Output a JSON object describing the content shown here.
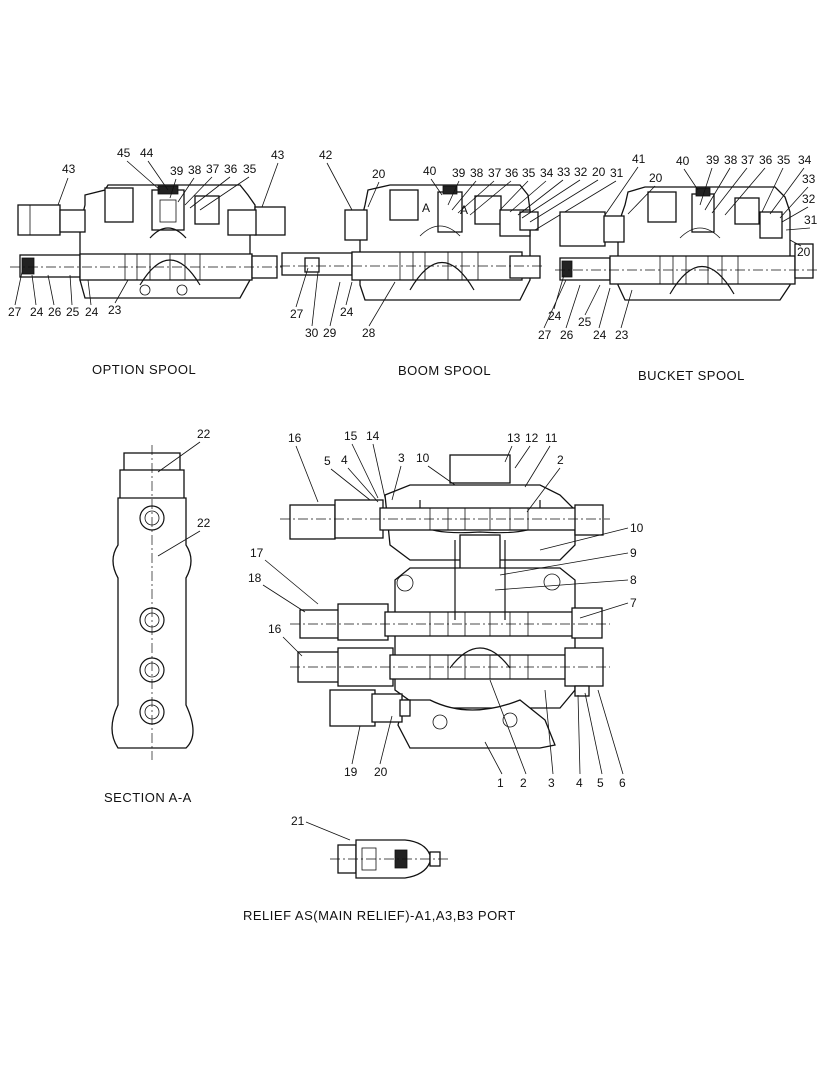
{
  "captions": {
    "option_spool": "OPTION SPOOL",
    "boom_spool": "BOOM SPOOL",
    "bucket_spool": "BUCKET SPOOL",
    "section_aa": "SECTION A-A",
    "relief": "RELIEF AS(MAIN RELIEF)-A1,A3,B3 PORT"
  },
  "section_marks": {
    "a1": "A",
    "a2": "A"
  },
  "callouts": {
    "option": {
      "top": [
        "45",
        "44",
        "39",
        "38",
        "37",
        "36",
        "35",
        "43",
        "43"
      ],
      "bottom": [
        "27",
        "24",
        "26",
        "25",
        "24",
        "23"
      ]
    },
    "boom": {
      "top": [
        "42",
        "20",
        "40",
        "39",
        "38",
        "37",
        "36",
        "35",
        "34",
        "33",
        "32",
        "20",
        "31"
      ],
      "bottom": [
        "27",
        "30",
        "29",
        "24",
        "28"
      ]
    },
    "bucket": {
      "top": [
        "41",
        "20",
        "40",
        "39",
        "38",
        "37",
        "36",
        "35",
        "34",
        "33",
        "32",
        "31",
        "20"
      ],
      "bottom": [
        "24",
        "27",
        "26",
        "25",
        "24",
        "23"
      ]
    },
    "section": [
      "22",
      "22"
    ],
    "main": {
      "top": [
        "16",
        "15",
        "14",
        "5",
        "4",
        "3",
        "10",
        "13",
        "12",
        "11",
        "2"
      ],
      "right": [
        "10",
        "9",
        "8",
        "7"
      ],
      "left": [
        "17",
        "18",
        "16"
      ],
      "bottom": [
        "19",
        "20",
        "1",
        "2",
        "3",
        "4",
        "5",
        "6"
      ]
    },
    "relief": [
      "21"
    ]
  }
}
